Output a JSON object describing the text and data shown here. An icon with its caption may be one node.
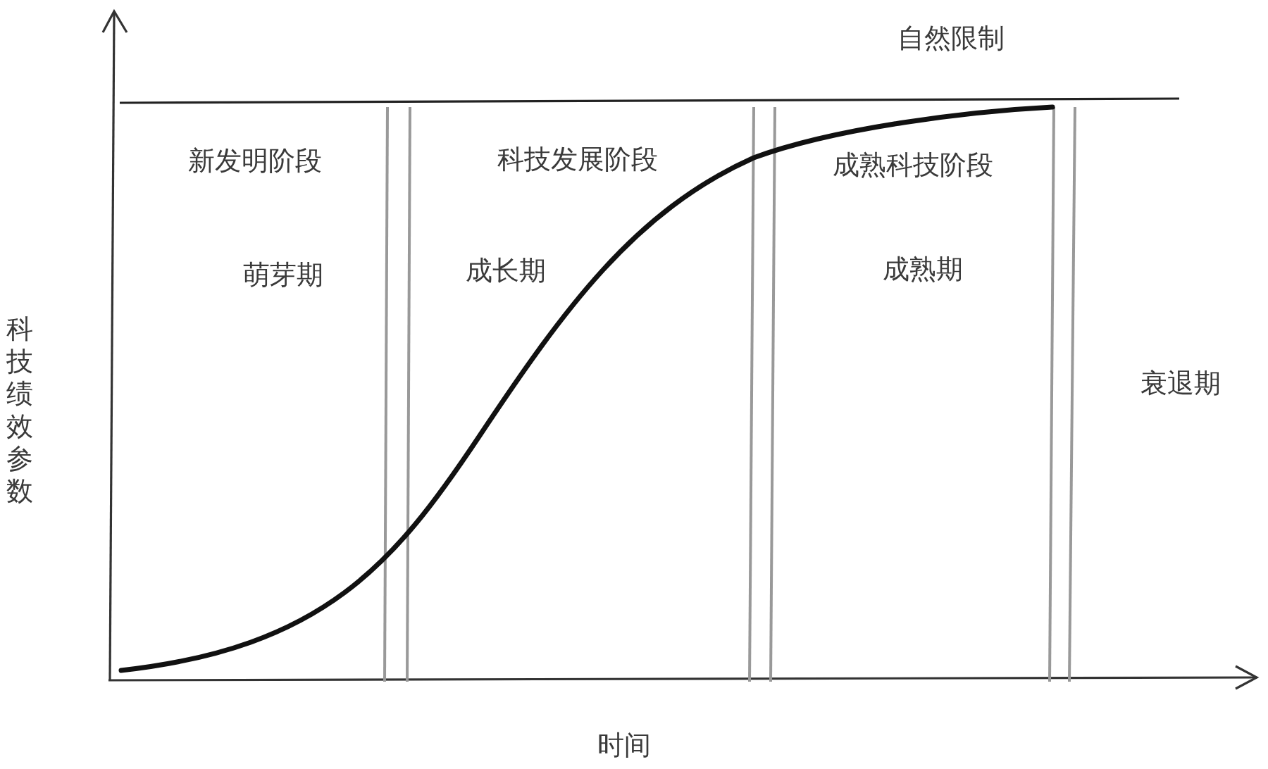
{
  "diagram": {
    "labels": [
      "自然限制",
      "新发明阶段",
      "科技发展阶段",
      "成熟科技阶段",
      "萌芽期",
      "成长期",
      "成熟期",
      "科技绩效参数",
      "衰退期",
      "时间"
    ]
  }
}
